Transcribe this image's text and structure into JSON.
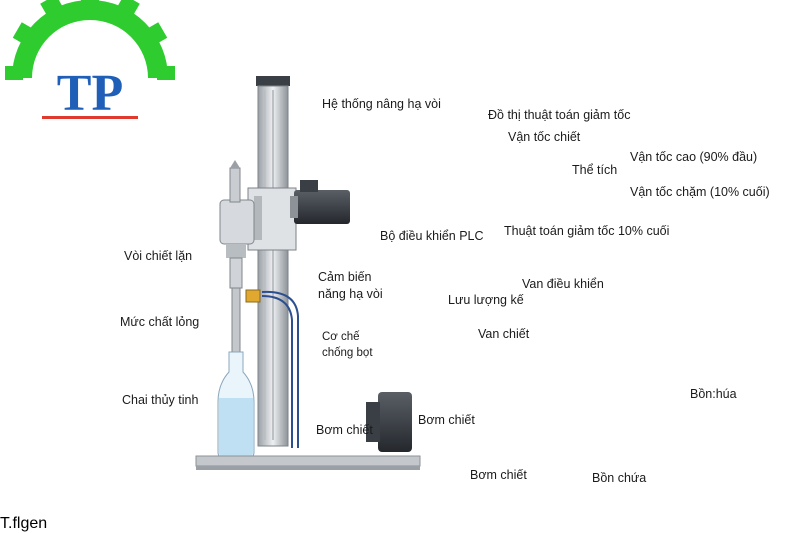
{
  "logo": {
    "text": "TP",
    "gear_color": "#2ecc2e",
    "letter_color": "#1f5fb8",
    "accent_color": "#e03a2f"
  },
  "labels": {
    "lift_system": "Hệ thống nâng hạ vòi",
    "graph_title": "Đồ  thị thuật toán giảm tốc",
    "fill_speed": "Vận tốc chiết",
    "volume": "Thể tích",
    "high_speed": "Vận tốc cao (90% đầu)",
    "low_speed": "Vận tốc chặm (10% cuối)",
    "plc_controller": "Bộ điều khiển PLC",
    "decel_algo": "Thuật toán giảm tốc 10% cuối",
    "plc_screen_text": "T.flgen",
    "nozzle": "Vòi chiết lặn",
    "lift_sensor_1": "Cảm biến",
    "lift_sensor_2": "năng hạ vòi",
    "liquid_level": "Mức chất lỏng",
    "glass_bottle": "Chai thủy tinh",
    "flow_meter": "Lưu lượng kế",
    "control_valve": "Van điều khiển",
    "anti_foam_1": "Cơ chế",
    "anti_foam_2": "chống bọt",
    "fill_valve": "Van chiết",
    "pump_left": "Bơm chiết",
    "pump_mid": "Bơm chiết",
    "pump_bottom": "Bơm chiết",
    "tank_side": "Bồn:húa",
    "tank_bottom": "Bồn chứa"
  },
  "colors": {
    "pipe": "#c9cdd2",
    "pump_blue": "#2f5fa8",
    "hose_blue": "#2c4f8f",
    "tank": "#e9ebee",
    "liquid": "#bfe0f2",
    "graph_line": "#c0392b"
  }
}
